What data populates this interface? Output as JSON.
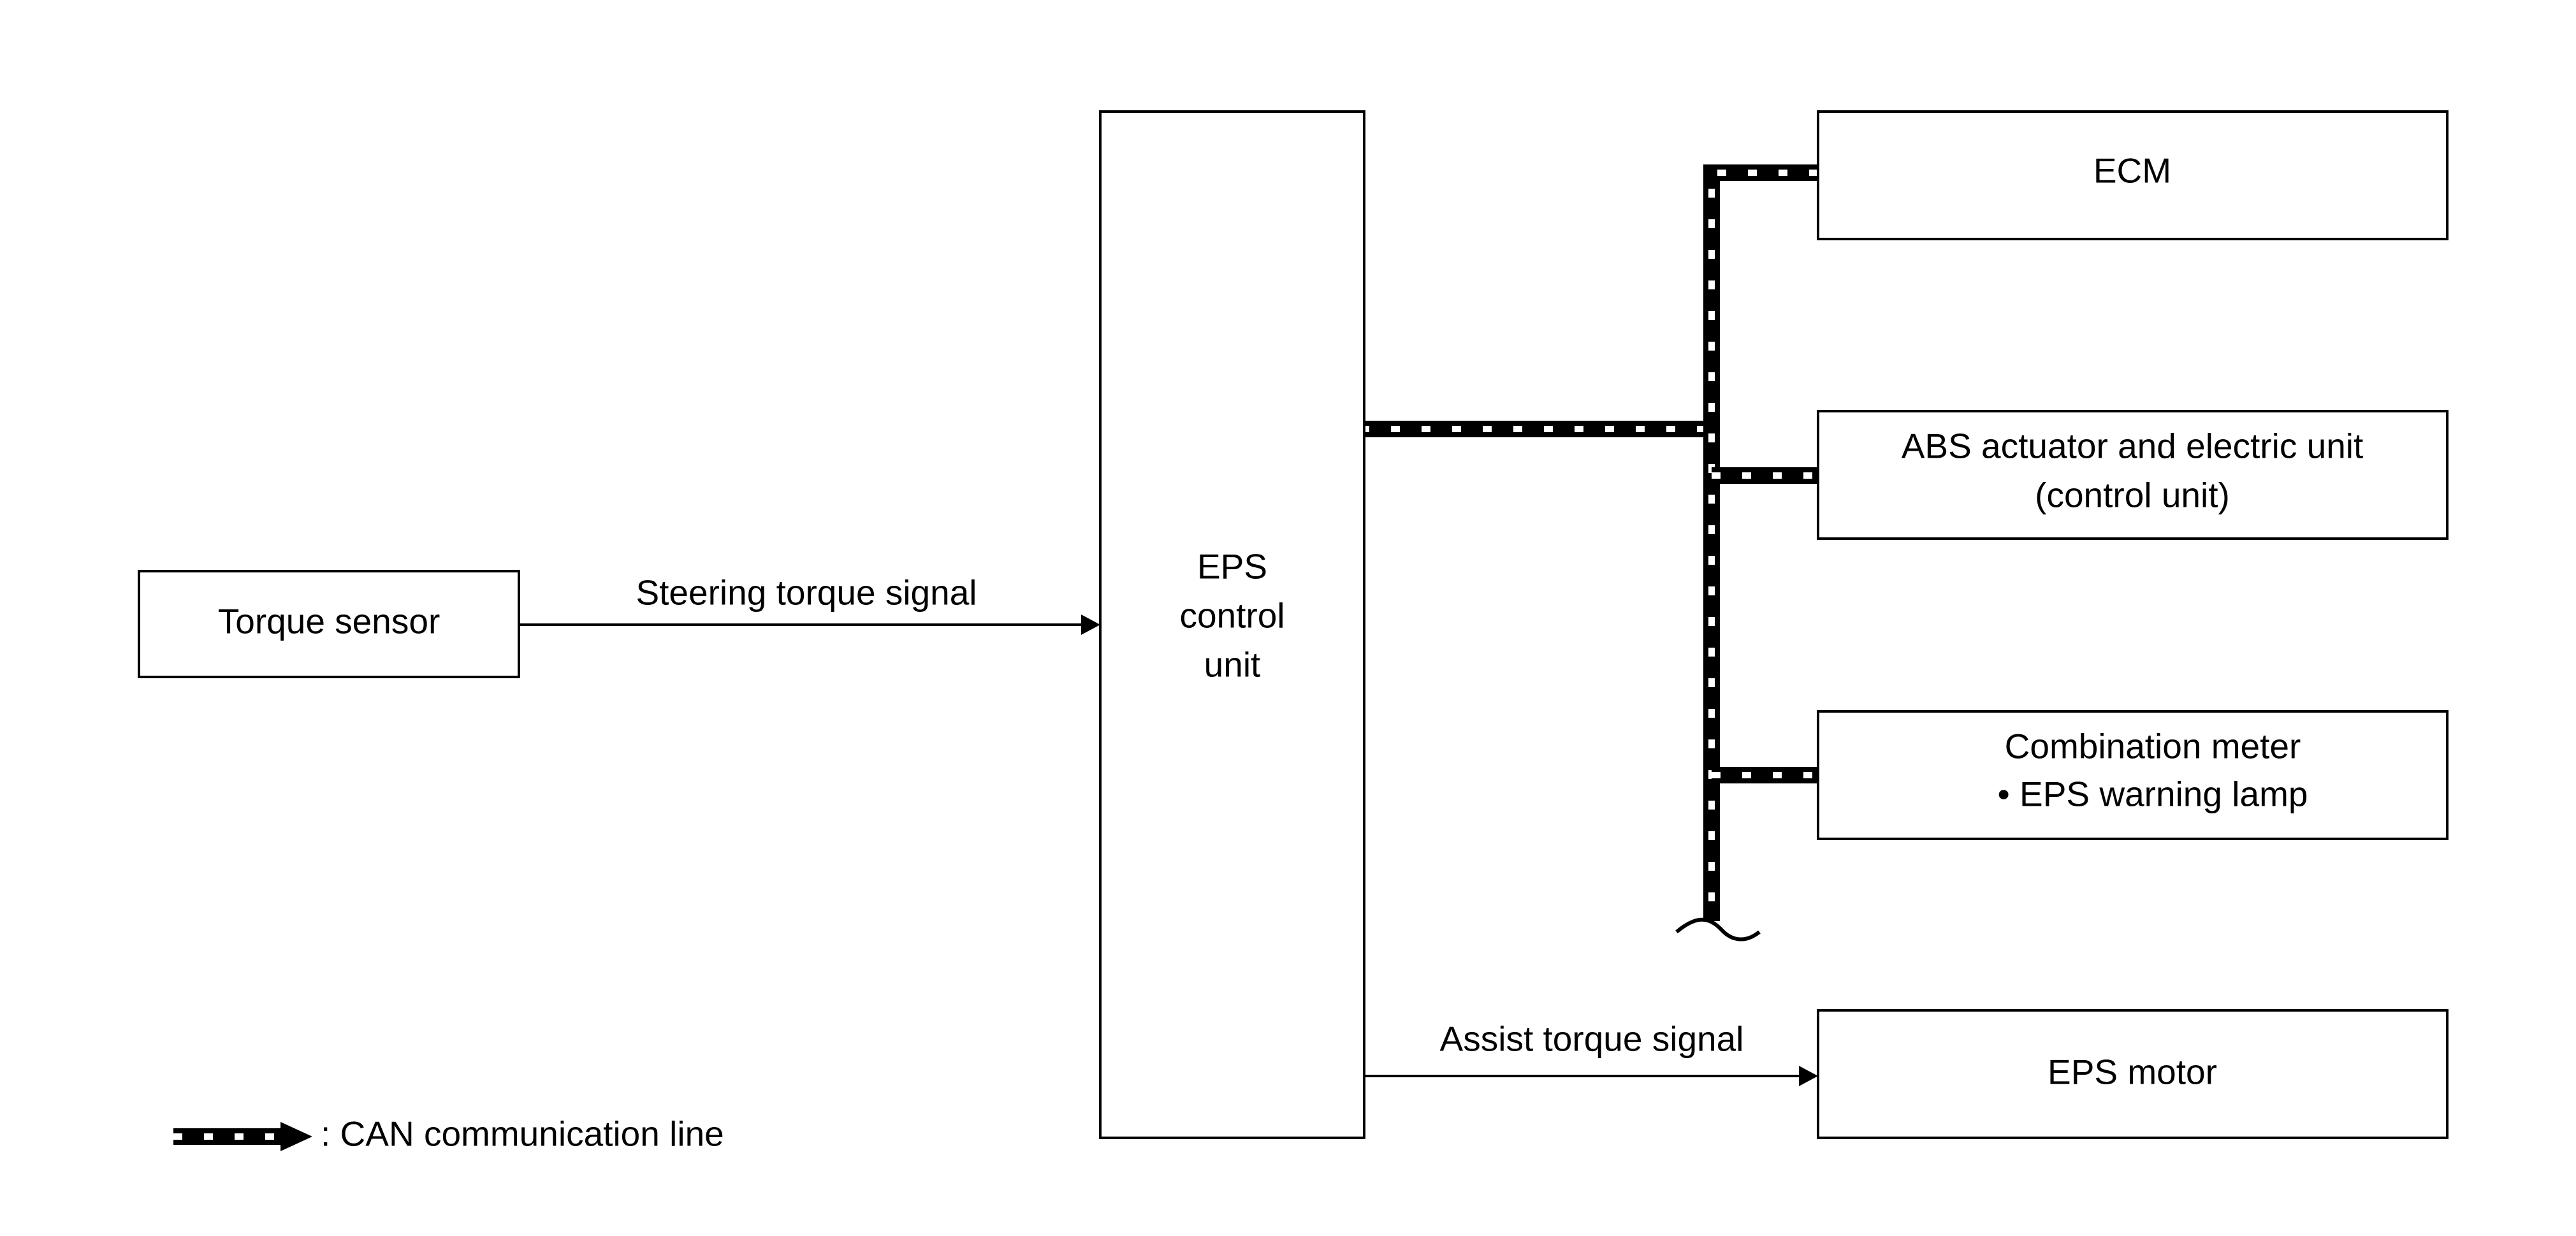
{
  "components": {
    "torque_sensor": "Torque sensor",
    "eps_control_unit": [
      "EPS",
      "control",
      "unit"
    ],
    "ecm": "ECM",
    "abs": [
      "ABS actuator and electric unit",
      "(control unit)"
    ],
    "combination_meter": [
      "Combination meter",
      "• EPS warning lamp"
    ],
    "eps_motor": "EPS motor"
  },
  "signals": {
    "steering_torque": "Steering torque signal",
    "assist_torque": "Assist torque signal"
  },
  "legend": {
    "can_line": ": CAN communication line"
  }
}
